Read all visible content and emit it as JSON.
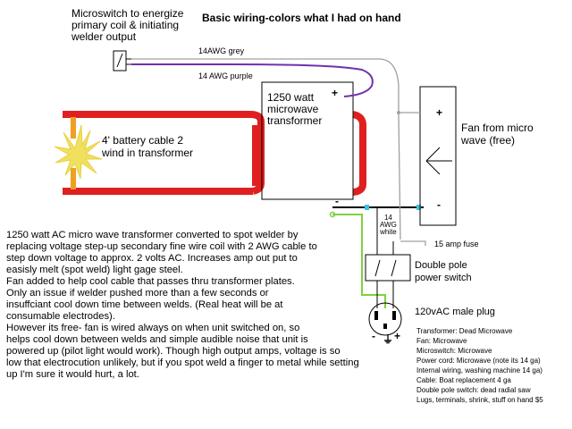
{
  "title": "Basic wiring-colors what I had on hand",
  "microswitch_label": [
    "Microswitch to energize",
    "primary coil  & initiating",
    "welder output"
  ],
  "transformer_label": [
    "1250 watt",
    "microwave",
    "transformer"
  ],
  "transformer_polarity": {
    "plus": "+",
    "minus": "-"
  },
  "fan_label": [
    "Fan from micro",
    "wave (free)"
  ],
  "fan_polarity": {
    "plus": "+",
    "minus": "-"
  },
  "cable_label": [
    "4' battery cable 2",
    "wind in transformer"
  ],
  "wires": {
    "grey": "14AWG grey",
    "purple": "14 AWG purple",
    "white": [
      "14",
      "AWG",
      "white"
    ]
  },
  "fuse_label": "15 amp fuse",
  "switch_label": [
    "Double pole",
    "power switch"
  ],
  "plug_label": "120vAC male plug",
  "plug_polarity": {
    "minus": "-",
    "plus": "+"
  },
  "description": [
    "   1250 watt AC micro wave transformer converted to spot welder by",
    "replacing voltage step-up secondary fine wire coil with 2 AWG cable to",
    "step down voltage to approx. 2 volts AC. Increases amp out put to",
    "easisly melt (spot weld) light gage steel.",
    "   Fan added to help cool cable that passes thru transformer plates.",
    "Only an issue if welder pushed more than a few seconds or",
    "insuffciant cool down time between welds. (Real heat will be at",
    "consumable electrodes).",
    "   However its free-  fan is wired always on when unit switched on, so",
    "helps cool down between welds and simple audible noise that unit is",
    "powered up (pilot light would work). Though high output amps, voltage is so",
    "low that electrocution unlikely, but if you spot weld a finger to metal while setting",
    "up I'm sure it would hurt, a lot."
  ],
  "parts_list": [
    "Transformer: Dead Microwave",
    "Fan: Microwave",
    "Microswitch: Microwave",
    "Power cord: Microwave (note its 14  ga)",
    "Internal wiring, washing machine  14  ga)",
    "Cable: Boat replacement  4 ga",
    "Double pole switch: dead radial saw",
    "Lugs, terminals, shrink, stuff on hand $5"
  ],
  "colors": {
    "cable": "#e02020",
    "purple_wire": "#7030b0",
    "grey_wire": "#a0a0a0",
    "ground_wire": "#80d040",
    "spark": "#f0e060",
    "electrode": "#f0a020",
    "connector": "#40c0e0"
  }
}
